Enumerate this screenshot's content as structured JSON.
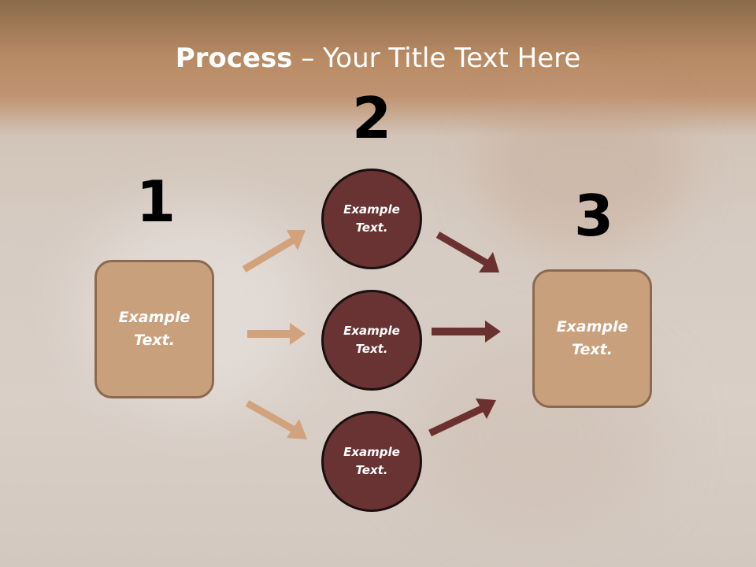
{
  "title": {
    "bold": "Process",
    "rest": " – Your Title Text Here"
  },
  "steps": {
    "one": "1",
    "two": "2",
    "three": "3"
  },
  "left_box": {
    "text": "Example Text."
  },
  "circles": [
    {
      "text": "Example Text."
    },
    {
      "text": "Example Text."
    },
    {
      "text": "Example Text."
    }
  ],
  "right_box": {
    "text": "Example Text."
  },
  "colors": {
    "light_arrow": "#d2a27c",
    "dark_arrow": "#6b3131",
    "circle_fill": "#693333",
    "box_fill": "#c9a07c"
  }
}
